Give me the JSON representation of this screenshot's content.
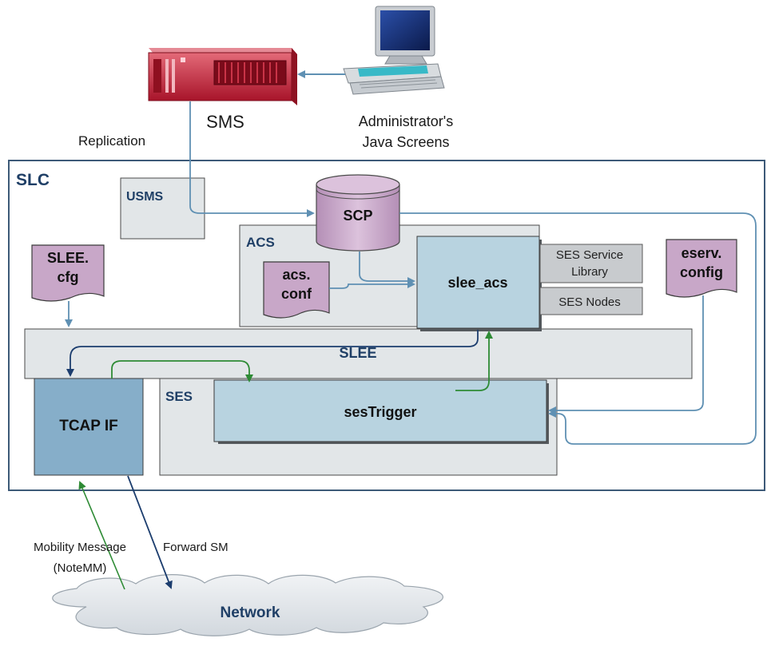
{
  "sms": {
    "label": "SMS"
  },
  "admin": {
    "line1": "Administrator's",
    "line2": "Java Screens"
  },
  "replication": {
    "label": "Replication"
  },
  "slc": {
    "label": "SLC"
  },
  "usms": {
    "label": "USMS"
  },
  "scp": {
    "label": "SCP"
  },
  "acs": {
    "label": "ACS"
  },
  "acs_conf": {
    "line1": "acs.",
    "line2": "conf"
  },
  "slee_acs": {
    "label": "slee_acs"
  },
  "ses_service_library": {
    "line1": "SES Service",
    "line2": "Library"
  },
  "ses_nodes": {
    "label": "SES Nodes"
  },
  "slee_cfg": {
    "line1": "SLEE.",
    "line2": "cfg"
  },
  "eserv_config": {
    "line1": "eserv.",
    "line2": "config"
  },
  "slee": {
    "label": "SLEE"
  },
  "ses": {
    "label": "SES"
  },
  "ses_trigger": {
    "label": "sesTrigger"
  },
  "tcap_if": {
    "label": "TCAP IF"
  },
  "mobility_message": {
    "line1": "Mobility Message",
    "line2": "(NoteMM)"
  },
  "forward_sm": {
    "label": "Forward SM"
  },
  "network": {
    "label": "Network"
  },
  "colors": {
    "sms_red": "#c7283a",
    "frame_border": "#3d5a78",
    "title_text": "#1f3f66",
    "box_gray": "#e2e6e8",
    "box_blue": "#b8d3e0",
    "tcap_blue": "#86aec9",
    "doc_purple": "#c8a7c8",
    "arrow_blue": "#5f90b3",
    "arrow_dark": "#1c3d6e",
    "arrow_green": "#2e8b35",
    "cloud": "#e4e8ec"
  }
}
